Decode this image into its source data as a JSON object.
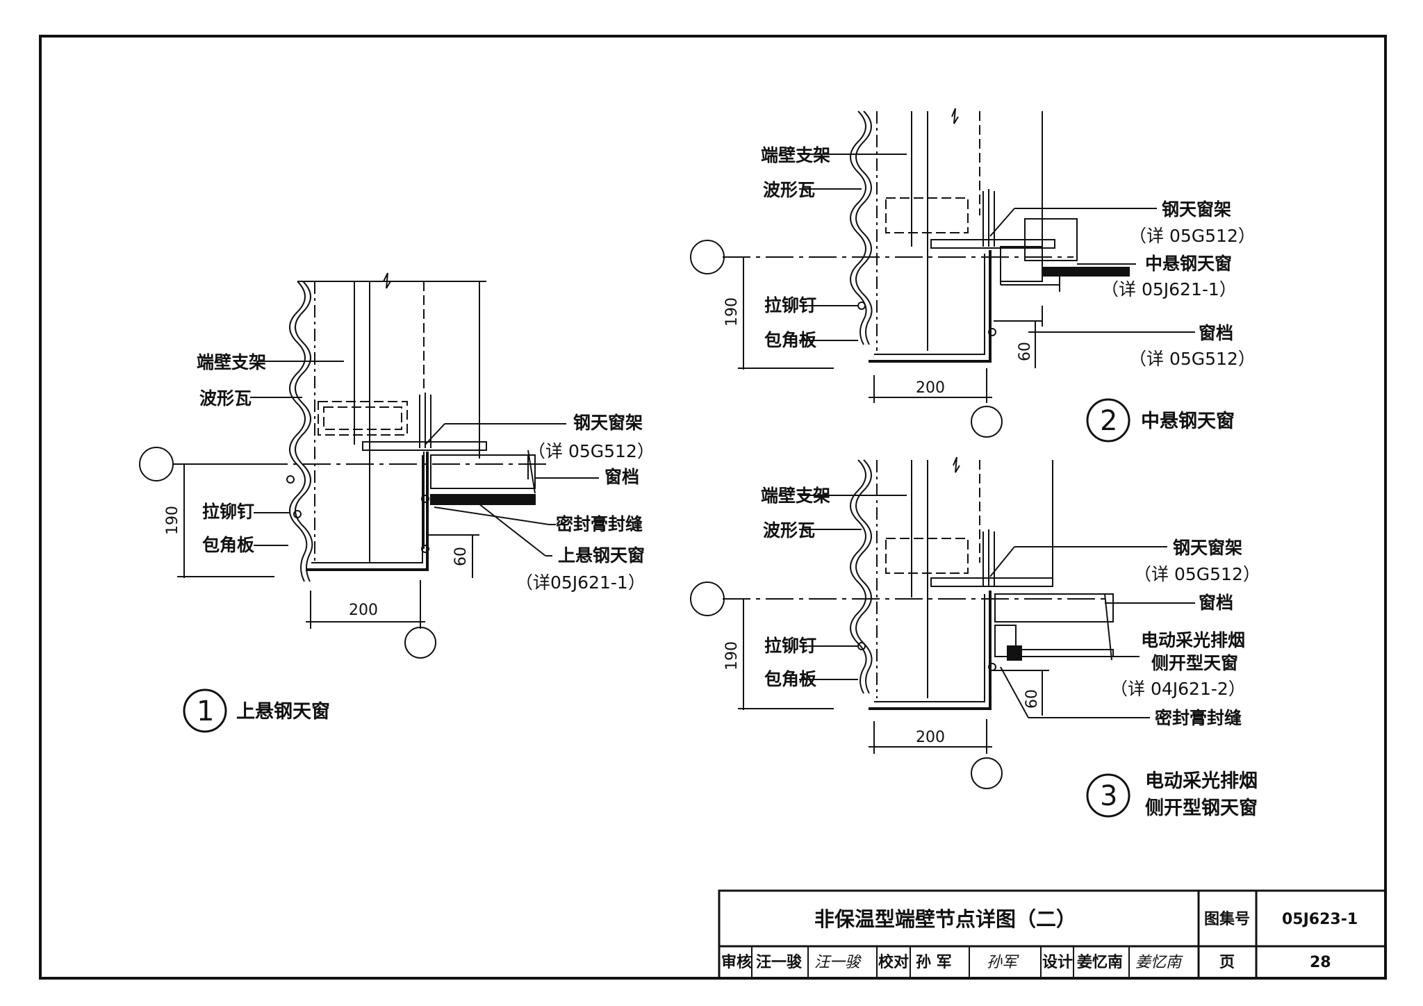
{
  "title_block": {
    "title": "非保温型端壁节点详图（二）",
    "atlas_label": "图集号",
    "atlas_number": "05J623-1",
    "page_label": "页",
    "page_number": "28",
    "review_label": "审核",
    "reviewer": "汪一骏",
    "reviewer_sign": "汪一骏",
    "check_label": "校对",
    "checker": "孙 军",
    "checker_sign": "孙军",
    "design_label": "设计",
    "designer": "姜忆南",
    "designer_sign": "姜忆南"
  },
  "detail1": {
    "number": "1",
    "title": "上悬钢天窗",
    "labels": {
      "wall_bracket": "端壁支架",
      "corrugated_tile": "波形瓦",
      "rivet": "拉铆钉",
      "corner_plate": "包角板",
      "steel_frame": "钢天窗架",
      "steel_frame_ref": "（详 05G512）",
      "window_rail": "窗档",
      "sealant": "密封膏封缝",
      "window_type": "上悬钢天窗",
      "window_ref": "（详05J621-1）"
    },
    "dims": {
      "height": "190",
      "width": "200",
      "offset": "60"
    }
  },
  "detail2": {
    "number": "2",
    "title": "中悬钢天窗",
    "labels": {
      "wall_bracket": "端壁支架",
      "corrugated_tile": "波形瓦",
      "rivet": "拉铆钉",
      "corner_plate": "包角板",
      "steel_frame": "钢天窗架",
      "steel_frame_ref": "（详 05G512）",
      "window_type": "中悬钢天窗",
      "window_ref": "（详 05J621-1）",
      "window_rail": "窗档",
      "window_rail_ref": "（详 05G512）"
    },
    "dims": {
      "height": "190",
      "width": "200",
      "offset": "60"
    }
  },
  "detail3": {
    "number": "3",
    "title_line1": "电动采光排烟",
    "title_line2": "侧开型钢天窗",
    "labels": {
      "wall_bracket": "端壁支架",
      "corrugated_tile": "波形瓦",
      "rivet": "拉铆钉",
      "corner_plate": "包角板",
      "steel_frame": "钢天窗架",
      "steel_frame_ref": "（详 05G512）",
      "window_rail": "窗档",
      "window_type_line1": "电动采光排烟",
      "window_type_line2": "侧开型天窗",
      "window_ref": "（详 04J621-2）",
      "sealant": "密封膏封缝"
    },
    "dims": {
      "height": "190",
      "width": "200",
      "offset": "60"
    }
  }
}
